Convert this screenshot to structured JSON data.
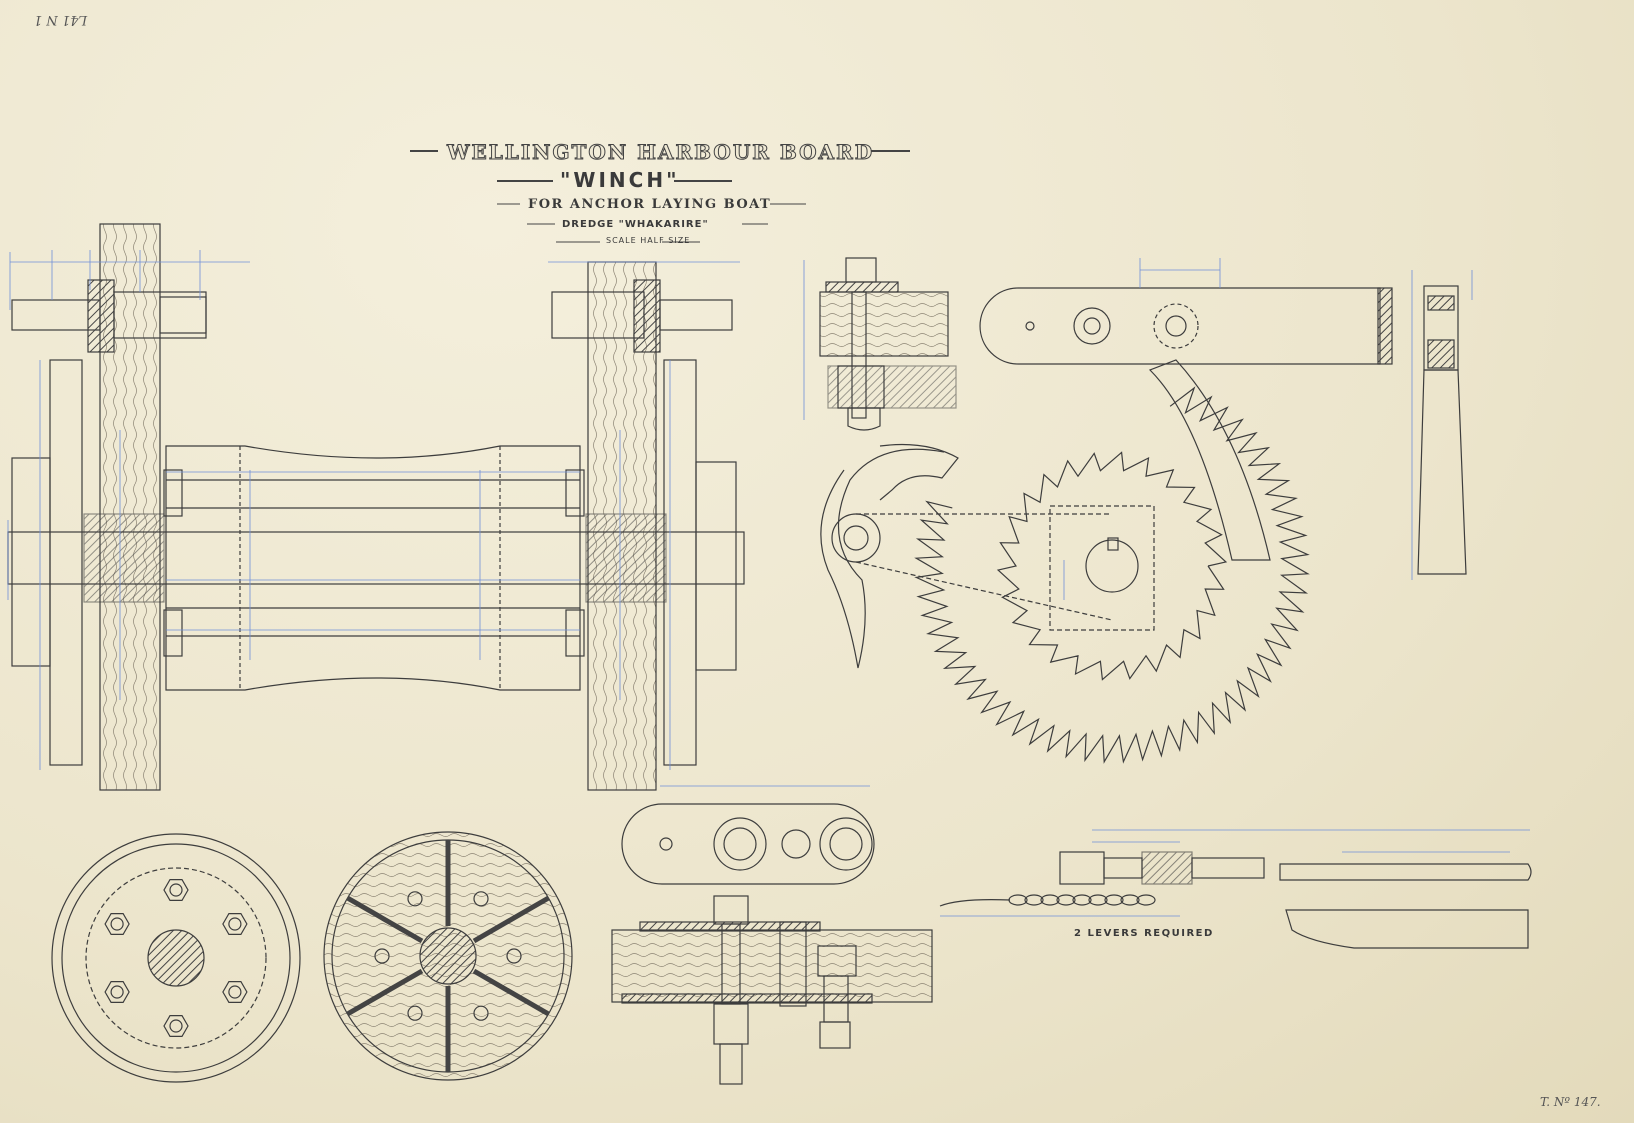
{
  "header": {
    "title": "WELLINGTON HARBOUR BOARD",
    "subject": "\"WINCH\"",
    "purpose": "FOR ANCHOR LAYING BOAT",
    "vessel": "DREDGE \"WHAKARIRE\"",
    "scale": "SCALE HALF SIZE"
  },
  "notes": {
    "levers": "2 LEVERS REQUIRED"
  },
  "sheet_refs": {
    "top_left": "L41 N 1",
    "bottom_right": "T. Nº 147."
  },
  "colors": {
    "paper": "#efe9d4",
    "ink": "#3d3d3d",
    "dimension_blue": "#6f8fd8",
    "wood_hatch": "#7a7468"
  }
}
